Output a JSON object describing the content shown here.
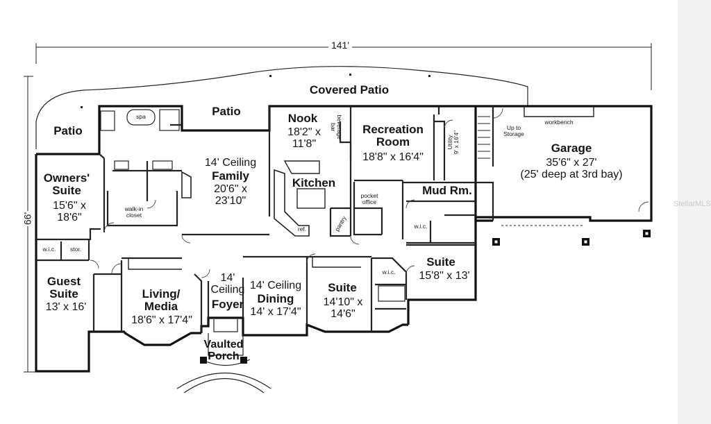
{
  "plan": {
    "overall_width": "141'",
    "overall_depth": "66'",
    "rooms": {
      "covered_patio": "Covered Patio",
      "patio_left": "Patio",
      "patio_center": "Patio",
      "owners_suite": {
        "name": "Owners'\nSuite",
        "size": "15'6\" x\n18'6\""
      },
      "spa": "spa",
      "walk_in_closet": "walk-in\ncloset",
      "family": {
        "ceiling": "14' Ceiling",
        "name": "Family",
        "size": "20'6\" x\n23'10\""
      },
      "nook": {
        "name": "Nook",
        "size": "18'2\" x\n11'8\""
      },
      "beverage_bar": "beverage\nbar",
      "kitchen": "Kitchen",
      "pantry": "pantry",
      "ref": "ref.",
      "pocket_office": "pocket\noffice",
      "recreation": {
        "name": "Recreation\nRoom",
        "size": "18'8\" x 16'4\""
      },
      "utility": "Utility\n9' x 16'4\"",
      "mud_room": "Mud Rm.",
      "up_to_storage": "Up to\nStorage",
      "workbench": "workbench",
      "garage": {
        "name": "Garage",
        "size": "35'6\" x 27'\n(25' deep at 3rd bay)"
      },
      "guest_wic": "w.i.c.",
      "guest_stor": "stor.",
      "guest_suite": {
        "name": "Guest\nSuite",
        "size": "13' x 16'"
      },
      "living": {
        "name": "Living/\nMedia",
        "size": "18'6\" x 17'4\""
      },
      "foyer": {
        "ceiling": "14'\nCeiling",
        "name": "Foyer"
      },
      "dining": {
        "ceiling": "14' Ceiling",
        "name": "Dining",
        "size": "14' x 17'4\""
      },
      "suite_center": {
        "name": "Suite",
        "size": "14'10\" x\n14'6\""
      },
      "suite_center_wic": "w.i.c.",
      "suite_right": {
        "name": "Suite",
        "size": "15'8\" x 13'"
      },
      "suite_right_wic": "w.i.c.",
      "porch": "Vaulted\nPorch"
    }
  },
  "watermark": "StellarMLS"
}
